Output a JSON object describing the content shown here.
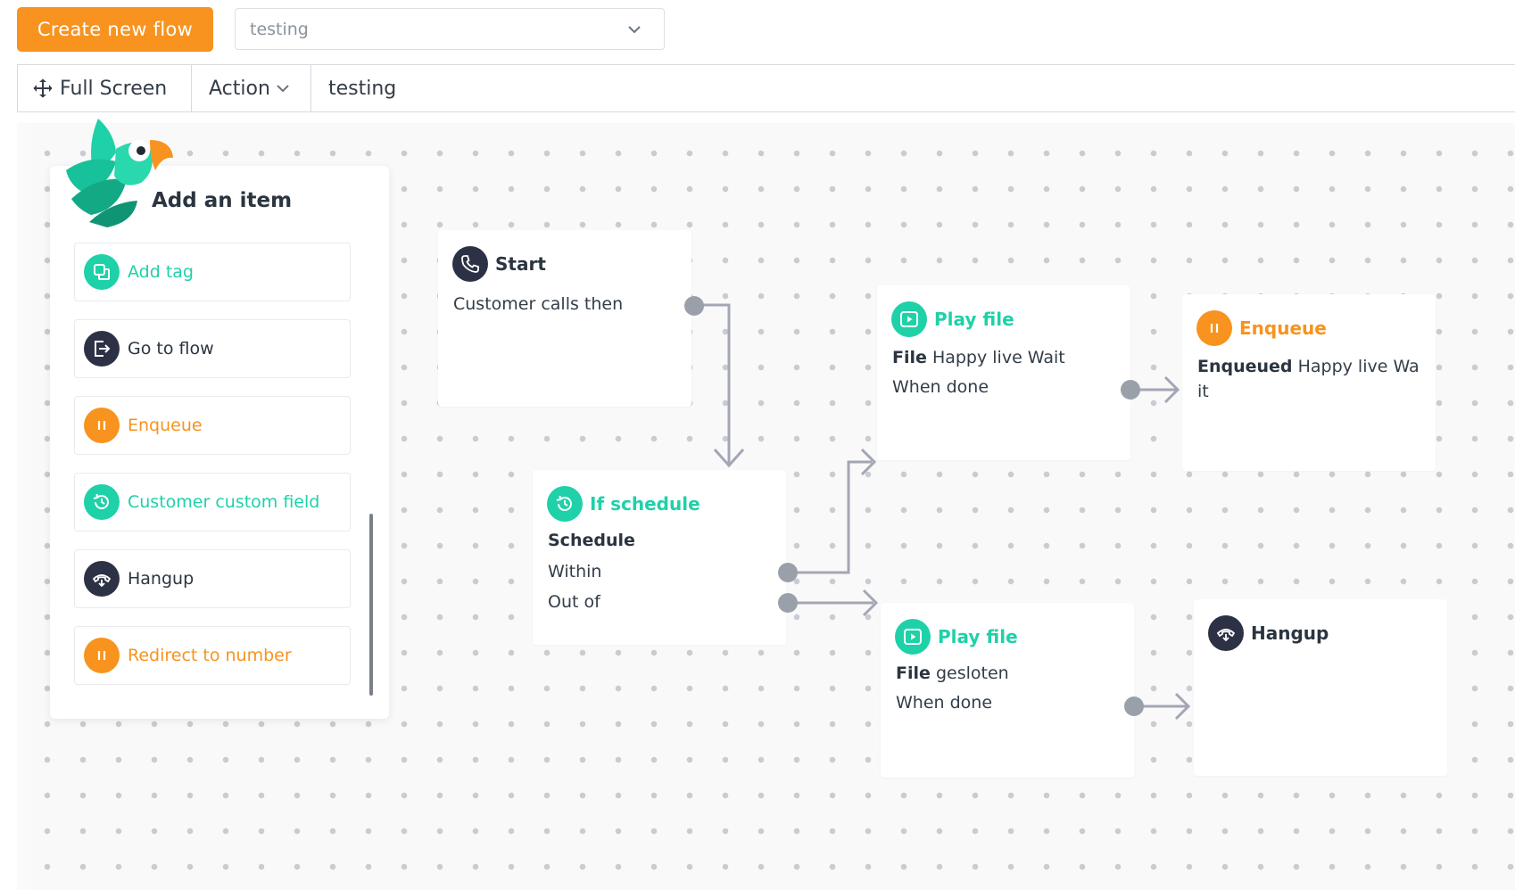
{
  "topbar": {
    "create_label": "Create new flow",
    "flow_select_value": "testing"
  },
  "toolbar": {
    "fullscreen_label": "Full Screen",
    "action_label": "Action",
    "flow_name": "testing"
  },
  "palette": {
    "title": "Add an item",
    "items": [
      {
        "label": "Add tag",
        "icon": "tag-icon",
        "color": "green"
      },
      {
        "label": "Go to flow",
        "icon": "exit-icon",
        "color": "dark"
      },
      {
        "label": "Enqueue",
        "icon": "pause-icon",
        "color": "orange"
      },
      {
        "label": "Customer custom field",
        "icon": "history-icon",
        "color": "green"
      },
      {
        "label": "Hangup",
        "icon": "hangup-icon",
        "color": "dark"
      },
      {
        "label": "Redirect to number",
        "icon": "pause-icon",
        "color": "orange"
      }
    ]
  },
  "nodes": {
    "start": {
      "title": "Start",
      "line1": "Customer calls then"
    },
    "if_schedule": {
      "title": "If schedule",
      "label": "Schedule",
      "out1": "Within",
      "out2": "Out of"
    },
    "play_file_1": {
      "title": "Play file",
      "file_key": "File",
      "file_value": "Happy live Wait",
      "done": "When done"
    },
    "enqueue": {
      "title": "Enqueue",
      "key": "Enqueued",
      "value_line1": "Happy live Wa",
      "value_line2": "it"
    },
    "play_file_2": {
      "title": "Play file",
      "file_key": "File",
      "file_value": "gesloten",
      "done": "When done"
    },
    "hangup": {
      "title": "Hangup"
    }
  },
  "colors": {
    "accent_orange": "#f7931e",
    "accent_green": "#1fd1a8",
    "dark_icon": "#2d3145",
    "wire": "#a3a6b4"
  }
}
